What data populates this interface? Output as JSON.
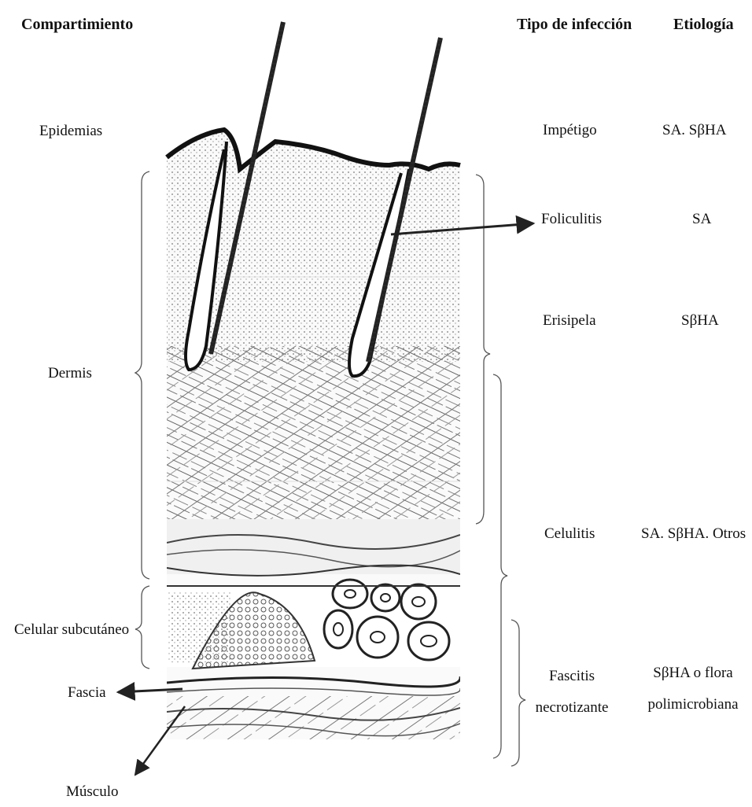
{
  "headers": {
    "compartment": "Compartimiento",
    "infection_type": "Tipo de infección",
    "etiology": "Etiología"
  },
  "compartments": {
    "epidermis": "Epidemias",
    "dermis": "Dermis",
    "subcutaneous": "Celular subcutáneo",
    "fascia": "Fascia",
    "muscle": "Músculo"
  },
  "infections": [
    {
      "type": "Impétigo",
      "etiology": "SA. SβHA"
    },
    {
      "type": "Foliculitis",
      "etiology": "SA"
    },
    {
      "type": "Erisipela",
      "etiology": "SβHA"
    },
    {
      "type": "Celulitis",
      "etiology": "SA. SβHA. Otros"
    },
    {
      "type": "Fascitis",
      "type_line2": "necrotizante",
      "etiology": "SβHA o flora",
      "etiology_line2": "polimicrobiana"
    }
  ]
}
